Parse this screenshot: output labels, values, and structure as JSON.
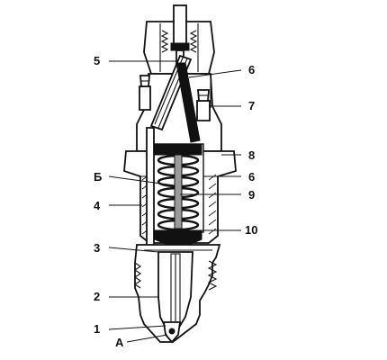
{
  "labels": {
    "l5": "5",
    "l6a": "6",
    "l7": "7",
    "l8": "8",
    "lB": "Б",
    "l6b": "6",
    "l9": "9",
    "l4": "4",
    "l10": "10",
    "l3": "3",
    "l2": "2",
    "l1": "1",
    "lA": "А"
  }
}
